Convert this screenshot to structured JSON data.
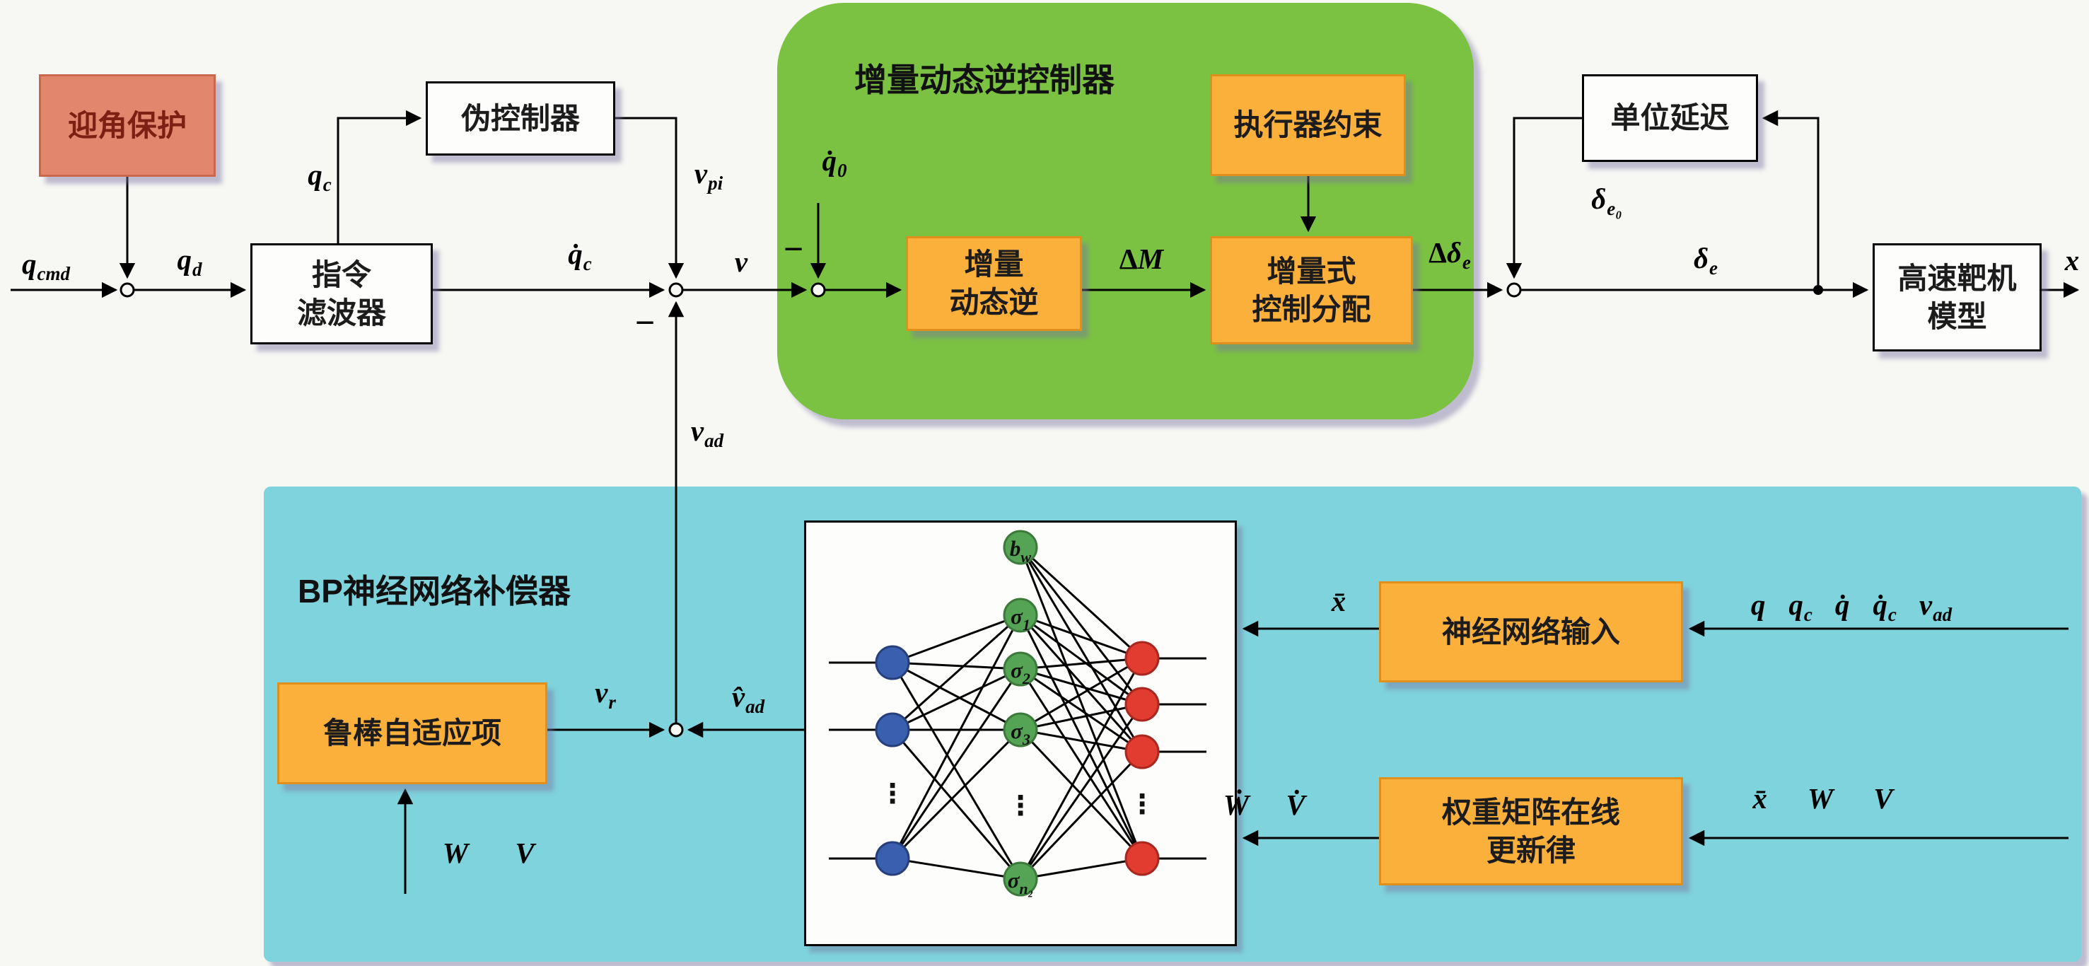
{
  "containers": {
    "indi": {
      "title": "增量动态逆控制器"
    },
    "bp": {
      "title": "BP神经网络补偿器"
    }
  },
  "blocks": {
    "aoa": {
      "label": "迎角保护"
    },
    "cmd_filter": {
      "lines": [
        "指令",
        "滤波器"
      ]
    },
    "pseudo": {
      "label": "伪控制器"
    },
    "indi_core": {
      "lines": [
        "增量",
        "动态逆"
      ]
    },
    "actuator": {
      "label": "执行器约束"
    },
    "alloc": {
      "lines": [
        "增量式",
        "控制分配"
      ]
    },
    "delay": {
      "label": "单位延迟"
    },
    "plant": {
      "lines": [
        "高速靶机",
        "模型"
      ]
    },
    "robust": {
      "label": "鲁棒自适应项"
    },
    "nn_input": {
      "label": "神经网络输入"
    },
    "weight_update": {
      "lines": [
        "权重矩阵在线",
        "更新律"
      ]
    }
  },
  "signals": {
    "q_cmd": {
      "base": "q",
      "sub": "cmd"
    },
    "q_d": {
      "base": "q",
      "sub": "d"
    },
    "q_c": {
      "base": "q",
      "sub": "c"
    },
    "qdot_c": {
      "base": "q̇",
      "sub": "c"
    },
    "v_pi": {
      "base": "v",
      "sub": "pi"
    },
    "v": {
      "base": "v"
    },
    "qdot_0": {
      "base": "q̇",
      "sub": "0"
    },
    "minus": "−",
    "delta_M": {
      "pre": "Δ",
      "base": "M"
    },
    "delta_delta_e": {
      "pre": "Δ",
      "base": "δ",
      "sub": "e"
    },
    "delta_e0": {
      "base": "δ",
      "sub": "e₀"
    },
    "delta_e": {
      "base": "δ",
      "sub": "e"
    },
    "x_out": {
      "base": "x"
    },
    "v_ad": {
      "base": "v",
      "sub": "ad"
    },
    "v_r": {
      "base": "v",
      "sub": "r"
    },
    "vhat_ad": {
      "base": "v̂",
      "sub": "ad"
    },
    "xbar": {
      "base": "x̄"
    },
    "W": {
      "base": "W"
    },
    "V": {
      "base": "V"
    },
    "Wdot": {
      "base": "Ẇ"
    },
    "Vdot": {
      "base": "V̇"
    },
    "nn_in_row": [
      {
        "base": "q"
      },
      {
        "base": "q",
        "sub": "c"
      },
      {
        "base": "q̇"
      },
      {
        "base": "q̇",
        "sub": "c"
      },
      {
        "base": "v",
        "sub": "ad"
      }
    ],
    "wu_in_row": [
      {
        "base": "x̄"
      },
      {
        "base": "W"
      },
      {
        "base": "V"
      }
    ]
  },
  "nn": {
    "bw": {
      "base": "b",
      "sub": "w"
    },
    "s1": {
      "base": "σ",
      "sub": "1"
    },
    "s2": {
      "base": "σ",
      "sub": "2"
    },
    "s3": {
      "base": "σ",
      "sub": "3"
    },
    "sn": {
      "base": "σ",
      "sub": "n₂"
    },
    "dots": "⋮"
  },
  "colors": {
    "orange_fill": "#FBB03B",
    "orange_border": "#E08E1C",
    "salmon_fill": "#E2876E",
    "salmon_text": "#7E1F14",
    "green_container": "#7CC242",
    "cyan_container": "#7FD3DC",
    "node_blue": "#3A5FAE",
    "node_green": "#55A455",
    "node_red": "#E23B30",
    "wire": "#000000",
    "shadow": "#8A84AD"
  }
}
